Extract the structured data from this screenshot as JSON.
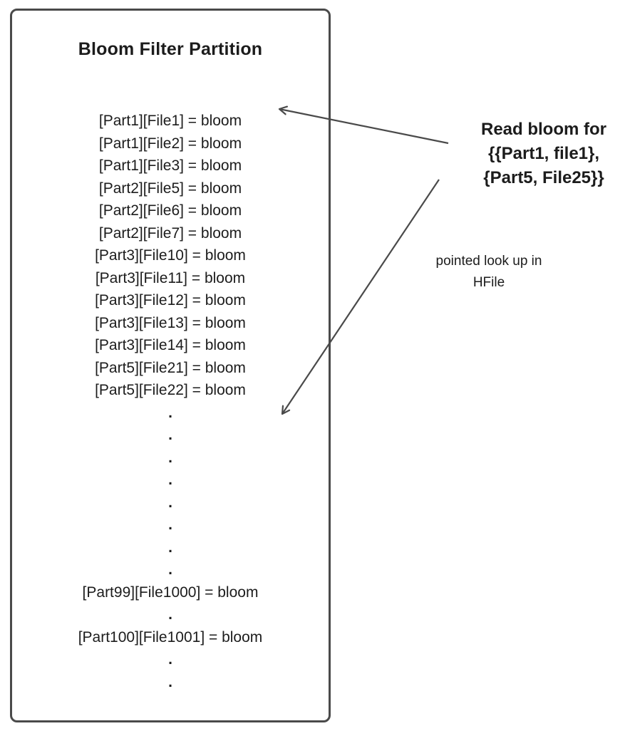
{
  "colors": {
    "stroke": "#4a4a4a",
    "text": "#1c1c1c",
    "background": "#ffffff"
  },
  "box": {
    "title": "Bloom Filter Partition",
    "lines": [
      "[Part1][File1] = bloom",
      "[Part1][File2] = bloom",
      "[Part1][File3] = bloom",
      "[Part2][File5] = bloom",
      "[Part2][File6] = bloom",
      "[Part2][File7] = bloom",
      "[Part3][File10] = bloom",
      "[Part3][File11] = bloom",
      "[Part3][File12] = bloom",
      "[Part3][File13] = bloom",
      "[Part3][File14] = bloom",
      "[Part5][File21] = bloom",
      "[Part5][File22] = bloom",
      ".",
      ".",
      ".",
      ".",
      ".",
      ".",
      ".",
      ".",
      "[Part99][File1000] = bloom",
      ".",
      "[Part100][File1001] = bloom",
      ".",
      "."
    ]
  },
  "annotations": {
    "read_bloom": {
      "lines": {
        "0": "Read bloom for",
        "1": "{{Part1, file1},",
        "2": "{Part5, File25}}"
      }
    },
    "pointed_lookup": {
      "lines": {
        "0": "pointed look up in",
        "1": "HFile"
      }
    }
  }
}
